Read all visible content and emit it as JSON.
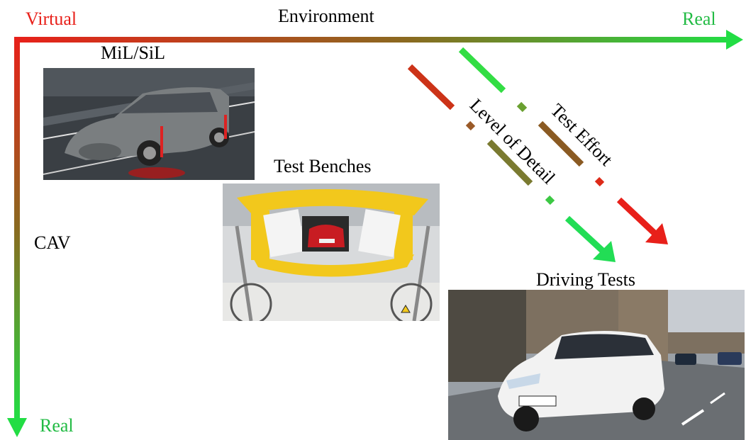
{
  "axes": {
    "horizontal": {
      "title": "Environment",
      "start_label": "Virtual",
      "end_label": "Real"
    },
    "vertical": {
      "title": "CAV",
      "end_label": "Real"
    }
  },
  "stages": [
    {
      "label": "MiL/SiL"
    },
    {
      "label": "Test Benches"
    },
    {
      "label": "Driving Tests"
    }
  ],
  "trend_arrows": [
    {
      "label": "Level of Detail",
      "color": "#22dd44"
    },
    {
      "label": "Test Effort",
      "color": "#e8201a"
    }
  ],
  "colors": {
    "virtual": "#e8201a",
    "real": "#22dd44"
  }
}
